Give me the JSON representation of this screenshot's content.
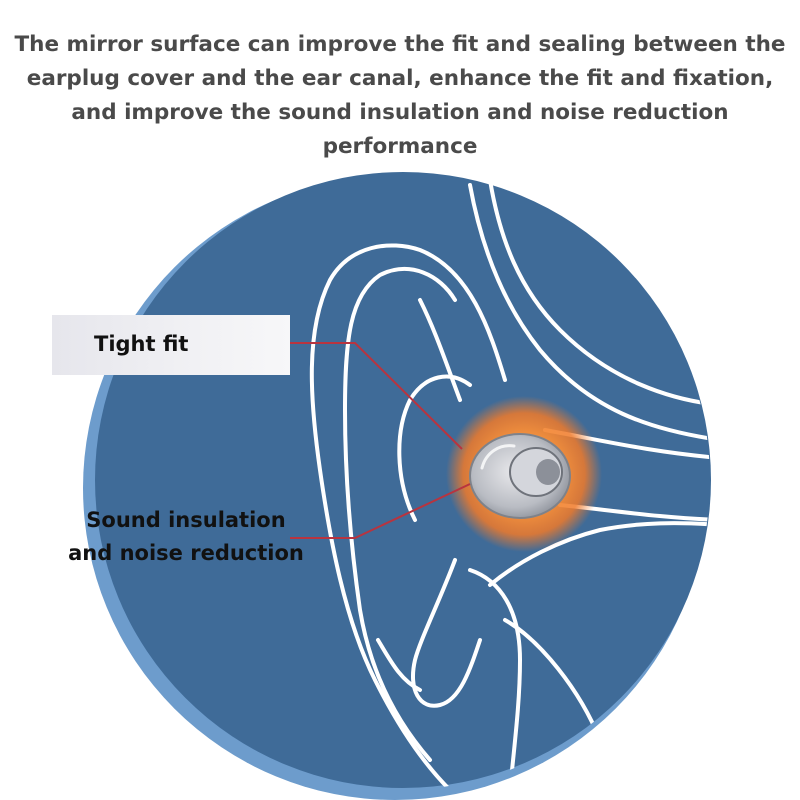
{
  "headline": "The mirror surface can improve the fit and sealing between the earplug cover and the ear canal, enhance the fit and fixation, and improve the sound insulation and noise reduction performance",
  "callouts": {
    "tight_fit": "Tight fit",
    "sound_line1": "Sound insulation",
    "sound_line2": "and noise reduction"
  },
  "colors": {
    "circle": "#3f6b98",
    "circle_edge": "#6d9ccc",
    "outline": "#ffffff",
    "leader": "#b8343f",
    "glow": "#f07a2a"
  },
  "icons": {
    "ear": "ear-illustration",
    "earplug": "earplug-icon"
  }
}
